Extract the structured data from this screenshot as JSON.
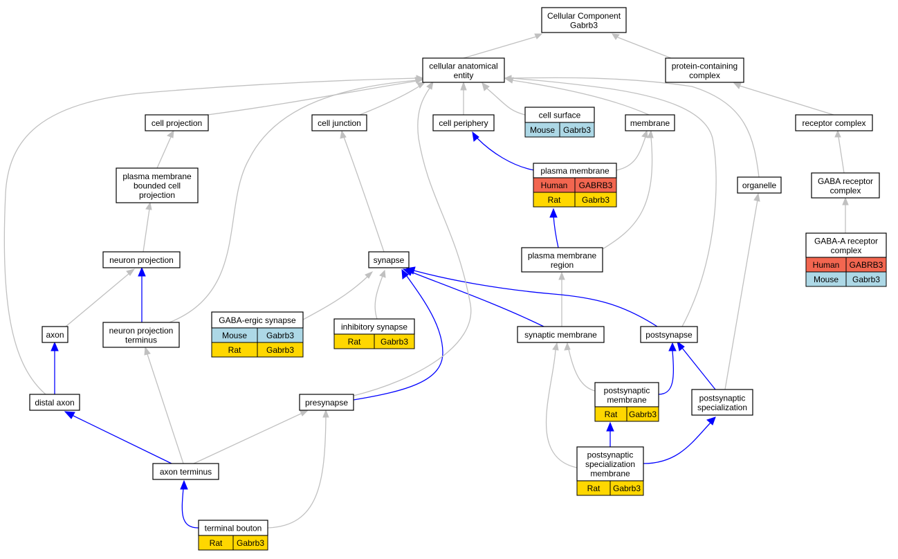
{
  "colors": {
    "is_a_edge": "#c0c0c0",
    "part_of_edge": "#0000ff",
    "human": "#f26650",
    "mouse": "#add8e6",
    "rat": "#ffd700"
  },
  "nodes": [
    {
      "id": "cellular-component",
      "lines": [
        "Cellular Component",
        "Gabrb3"
      ]
    },
    {
      "id": "cellular-anatomical-entity",
      "lines": [
        "cellular anatomical",
        "entity"
      ]
    },
    {
      "id": "protein-containing-complex",
      "lines": [
        "protein-containing",
        "complex"
      ]
    },
    {
      "id": "cell-projection",
      "lines": [
        "cell projection"
      ]
    },
    {
      "id": "cell-junction",
      "lines": [
        "cell junction"
      ]
    },
    {
      "id": "cell-periphery",
      "lines": [
        "cell periphery"
      ]
    },
    {
      "id": "cell-surface",
      "lines": [
        "cell surface"
      ],
      "annotations": [
        {
          "species": "Mouse",
          "gene": "Gabrb3"
        }
      ]
    },
    {
      "id": "membrane",
      "lines": [
        "membrane"
      ]
    },
    {
      "id": "receptor-complex",
      "lines": [
        "receptor complex"
      ]
    },
    {
      "id": "plasma-membrane-bounded-cell-projection",
      "lines": [
        "plasma membrane",
        "bounded cell",
        "projection"
      ]
    },
    {
      "id": "plasma-membrane",
      "lines": [
        "plasma membrane"
      ],
      "annotations": [
        {
          "species": "Human",
          "gene": "GABRB3"
        },
        {
          "species": "Rat",
          "gene": "Gabrb3"
        }
      ]
    },
    {
      "id": "organelle",
      "lines": [
        "organelle"
      ]
    },
    {
      "id": "gaba-receptor-complex",
      "lines": [
        "GABA receptor",
        "complex"
      ]
    },
    {
      "id": "gaba-a-receptor-complex",
      "lines": [
        "GABA-A receptor",
        "complex"
      ],
      "annotations": [
        {
          "species": "Human",
          "gene": "GABRB3"
        },
        {
          "species": "Mouse",
          "gene": "Gabrb3"
        }
      ]
    },
    {
      "id": "neuron-projection",
      "lines": [
        "neuron projection"
      ]
    },
    {
      "id": "synapse",
      "lines": [
        "synapse"
      ]
    },
    {
      "id": "plasma-membrane-region",
      "lines": [
        "plasma membrane",
        "region"
      ]
    },
    {
      "id": "axon",
      "lines": [
        "axon"
      ]
    },
    {
      "id": "neuron-projection-terminus",
      "lines": [
        "neuron projection",
        "terminus"
      ]
    },
    {
      "id": "gaba-ergic-synapse",
      "lines": [
        "GABA-ergic synapse"
      ],
      "annotations": [
        {
          "species": "Mouse",
          "gene": "Gabrb3"
        },
        {
          "species": "Rat",
          "gene": "Gabrb3"
        }
      ]
    },
    {
      "id": "inhibitory-synapse",
      "lines": [
        "inhibitory synapse"
      ],
      "annotations": [
        {
          "species": "Rat",
          "gene": "Gabrb3"
        }
      ]
    },
    {
      "id": "synaptic-membrane",
      "lines": [
        "synaptic membrane"
      ]
    },
    {
      "id": "postsynapse",
      "lines": [
        "postsynapse"
      ]
    },
    {
      "id": "distal-axon",
      "lines": [
        "distal axon"
      ]
    },
    {
      "id": "presynapse",
      "lines": [
        "presynapse"
      ]
    },
    {
      "id": "postsynaptic-membrane",
      "lines": [
        "postsynaptic",
        "membrane"
      ],
      "annotations": [
        {
          "species": "Rat",
          "gene": "Gabrb3"
        }
      ]
    },
    {
      "id": "postsynaptic-specialization",
      "lines": [
        "postsynaptic",
        "specialization"
      ]
    },
    {
      "id": "axon-terminus",
      "lines": [
        "axon terminus"
      ]
    },
    {
      "id": "postsynaptic-specialization-membrane",
      "lines": [
        "postsynaptic",
        "specialization",
        "membrane"
      ],
      "annotations": [
        {
          "species": "Rat",
          "gene": "Gabrb3"
        }
      ]
    },
    {
      "id": "terminal-bouton",
      "lines": [
        "terminal bouton"
      ],
      "annotations": [
        {
          "species": "Rat",
          "gene": "Gabrb3"
        }
      ]
    }
  ]
}
